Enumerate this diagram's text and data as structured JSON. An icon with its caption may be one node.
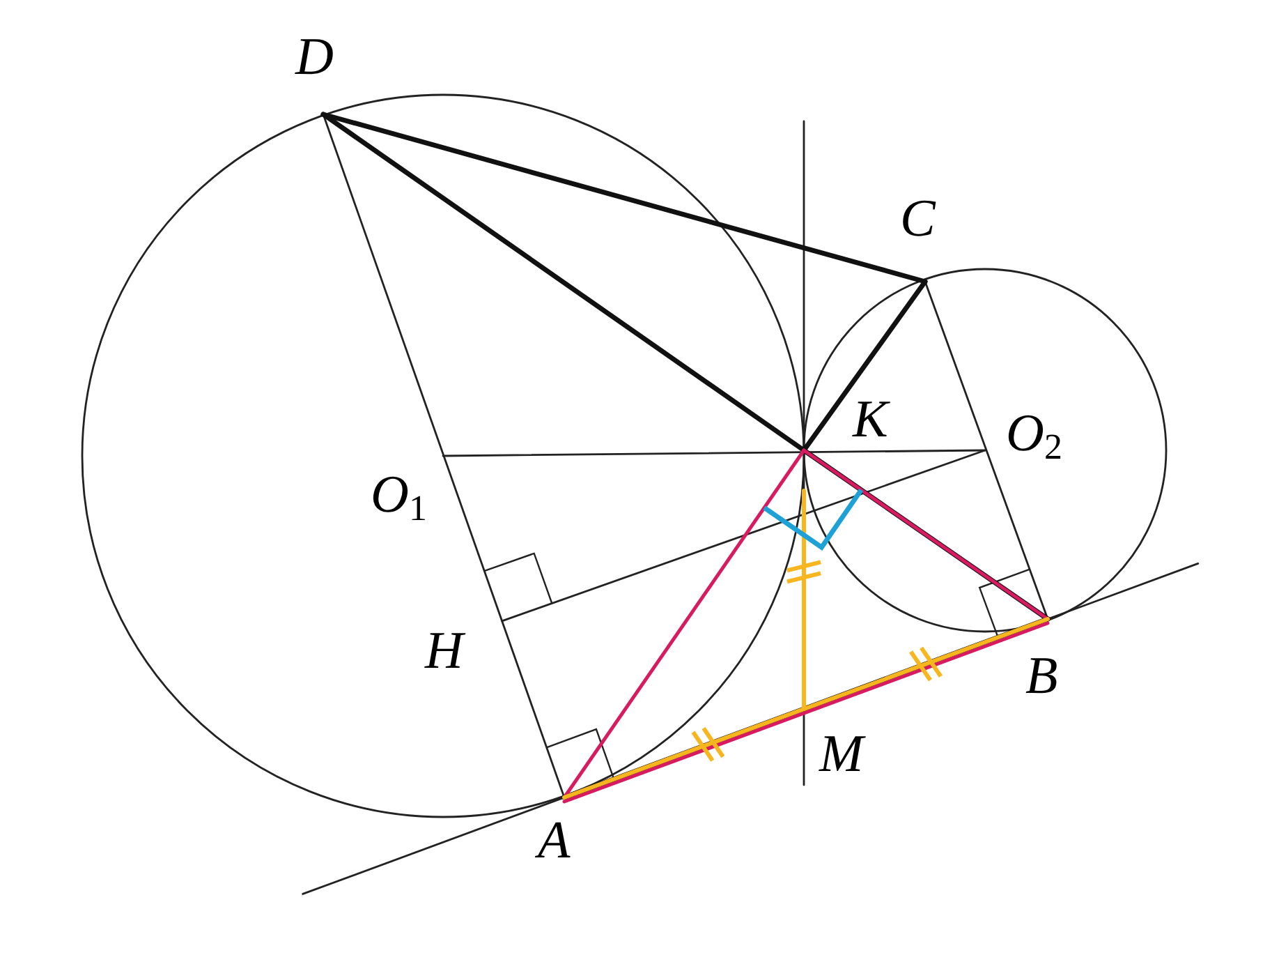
{
  "diagram": {
    "labels": [
      "D",
      "C",
      "K",
      "O$_{2}$",
      "O$_{1}$",
      "H",
      "B",
      "M",
      "A"
    ]
  }
}
